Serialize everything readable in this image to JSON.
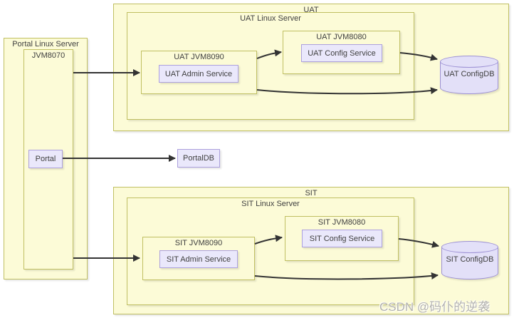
{
  "watermark": "CSDN @码仆的逆袭",
  "colors": {
    "container_fill": "#fcfbd7",
    "container_border": "#c0bf62",
    "node_fill": "#eae8fb",
    "node_border": "#aca0dd",
    "db_fill": "#e3e0f8",
    "db_border": "#9c90d4",
    "arrow": "#333333",
    "text": "#3f3f3f",
    "watermark": "#b3b2ae"
  },
  "portal": {
    "server_label": "Portal Linux Server",
    "jvm_label": "JVM8070",
    "app_label": "Portal",
    "db_label": "PortalDB"
  },
  "uat": {
    "env_label": "UAT",
    "server_label": "UAT Linux Server",
    "jvm8090_label": "UAT JVM8090",
    "admin_service_label": "UAT Admin Service",
    "jvm8080_label": "UAT JVM8080",
    "config_service_label": "UAT Config Service",
    "db_label": "UAT ConfigDB"
  },
  "sit": {
    "env_label": "SIT",
    "server_label": "SIT Linux Server",
    "jvm8090_label": "SIT JVM8090",
    "admin_service_label": "SIT Admin Service",
    "jvm8080_label": "SIT JVM8080",
    "config_service_label": "SIT Config Service",
    "db_label": "SIT ConfigDB"
  }
}
